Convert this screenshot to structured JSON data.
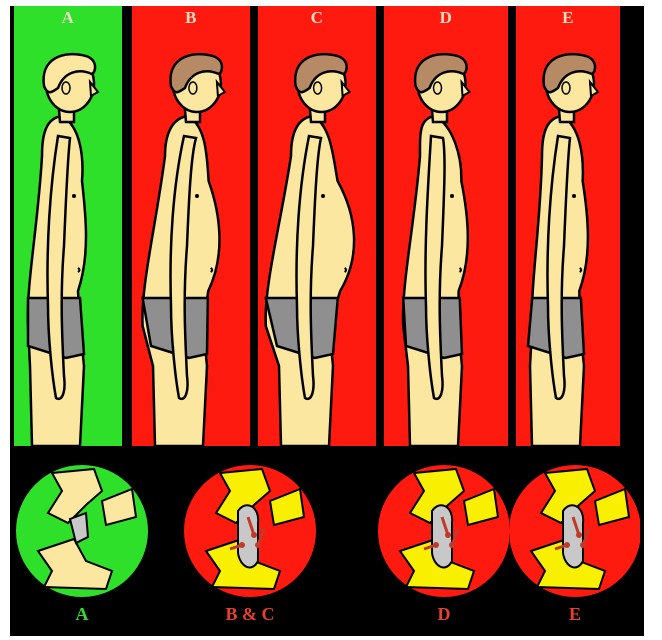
{
  "colors": {
    "good": "#2ee02a",
    "bad": "#ff1a10",
    "skin": "#fbe7a0",
    "hair": "#b58a64",
    "briefs": "#8f8f8f",
    "outline": "#000000",
    "bone": "#f8f000",
    "disc": "#c8c8c8",
    "arrow": "#c0392b",
    "label_panel": "#e8dcc0",
    "label_good": "#35d62f",
    "label_bad": "#e8402f"
  },
  "postures": [
    {
      "label": "A",
      "status": "good",
      "belly": 0.0,
      "back": 0.0,
      "lean": 0.0,
      "hair": "blonde"
    },
    {
      "label": "B",
      "status": "bad",
      "belly": 0.55,
      "back": 0.6,
      "lean": 0.15,
      "hair": "brown"
    },
    {
      "label": "C",
      "status": "bad",
      "belly": 1.0,
      "back": 0.8,
      "lean": 0.1,
      "hair": "brown"
    },
    {
      "label": "D",
      "status": "bad",
      "belly": 0.2,
      "back": 0.2,
      "lean": -0.25,
      "hair": "brown"
    },
    {
      "label": "E",
      "status": "bad",
      "belly": 0.1,
      "back": -0.3,
      "lean": 0.0,
      "hair": "brown"
    }
  ],
  "details": [
    {
      "label": "A",
      "status": "good"
    },
    {
      "label": "B & C",
      "status": "bad"
    },
    {
      "label": "D",
      "status": "bad"
    },
    {
      "label": "E",
      "status": "bad"
    }
  ]
}
